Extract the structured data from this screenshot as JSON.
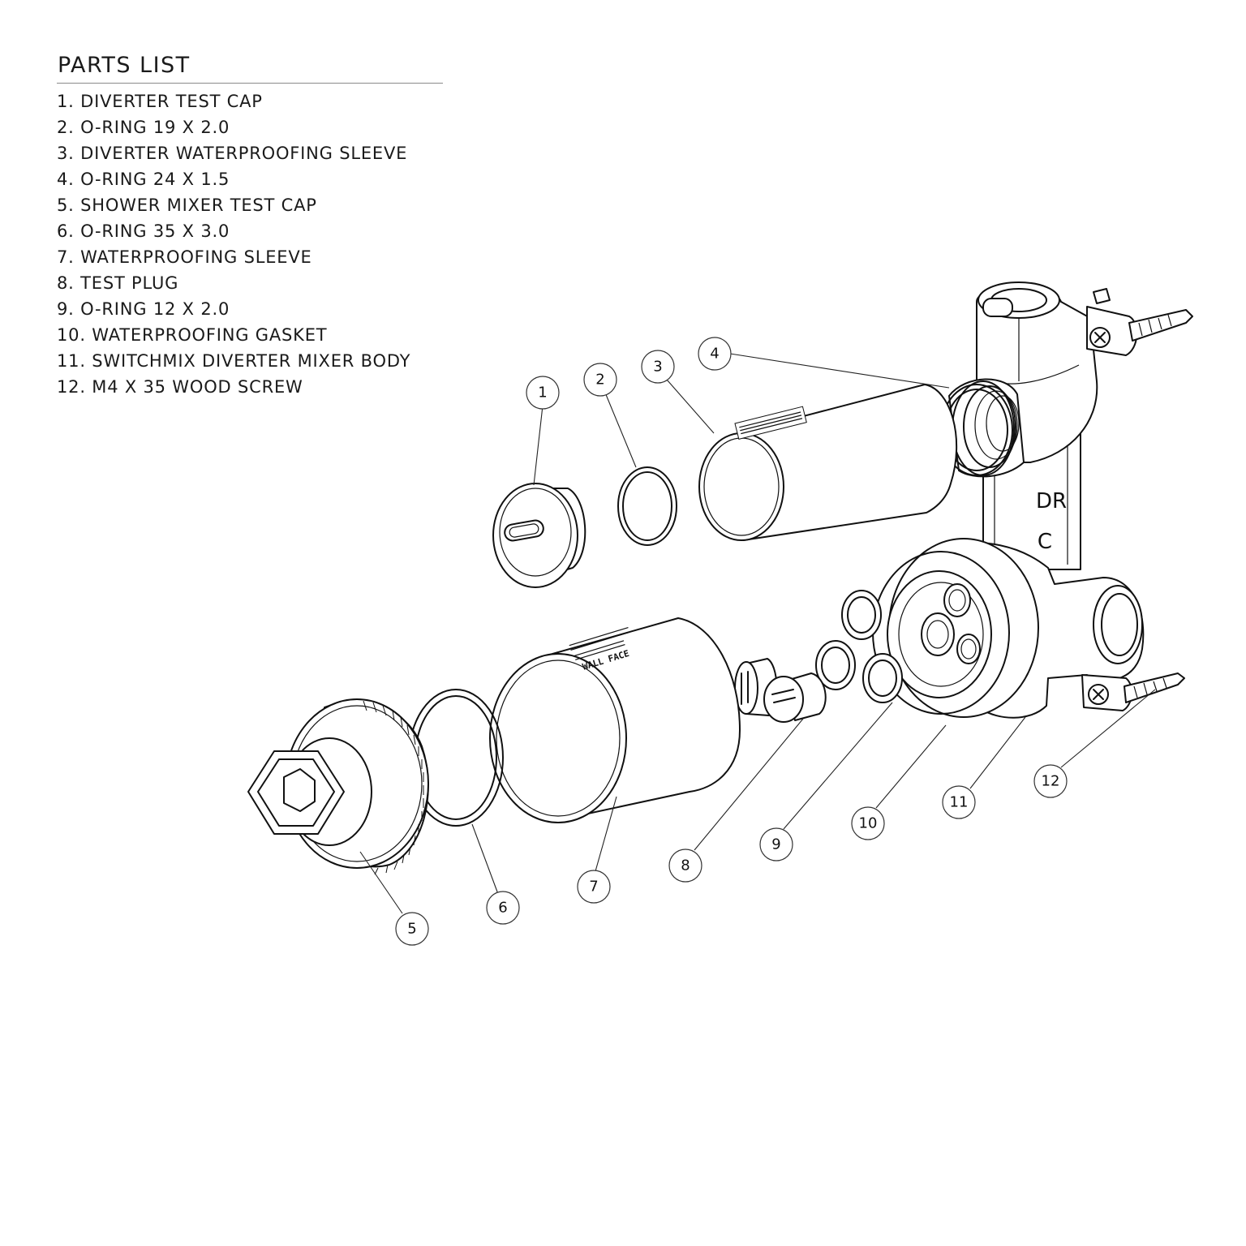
{
  "title": "PARTS LIST",
  "parts": [
    {
      "num": "1.",
      "name": "DIVERTER TEST CAP"
    },
    {
      "num": "2.",
      "name": "O-RING 19 X 2.0"
    },
    {
      "num": "3.",
      "name": "DIVERTER WATERPROOFING SLEEVE"
    },
    {
      "num": "4.",
      "name": "O-RING 24 X 1.5"
    },
    {
      "num": "5.",
      "name": "SHOWER MIXER TEST CAP"
    },
    {
      "num": "6.",
      "name": "O-RING 35 X 3.0"
    },
    {
      "num": "7.",
      "name": "WATERPROOFING SLEEVE"
    },
    {
      "num": "8.",
      "name": "TEST PLUG"
    },
    {
      "num": "9.",
      "name": "O-RING 12 X 2.0"
    },
    {
      "num": "10.",
      "name": "WATERPROOFING GASKET"
    },
    {
      "num": "11.",
      "name": "SWITCHMIX DIVERTER MIXER BODY"
    },
    {
      "num": "12.",
      "name": "M4 X 35 WOOD SCREW"
    }
  ],
  "balloons": [
    "1",
    "2",
    "3",
    "4",
    "5",
    "6",
    "7",
    "8",
    "9",
    "10",
    "11",
    "12"
  ],
  "body_markings": {
    "port_a": "DR",
    "port_b": "C"
  },
  "sleeve_text": {
    "large_sleeve": "WALL FACE"
  }
}
